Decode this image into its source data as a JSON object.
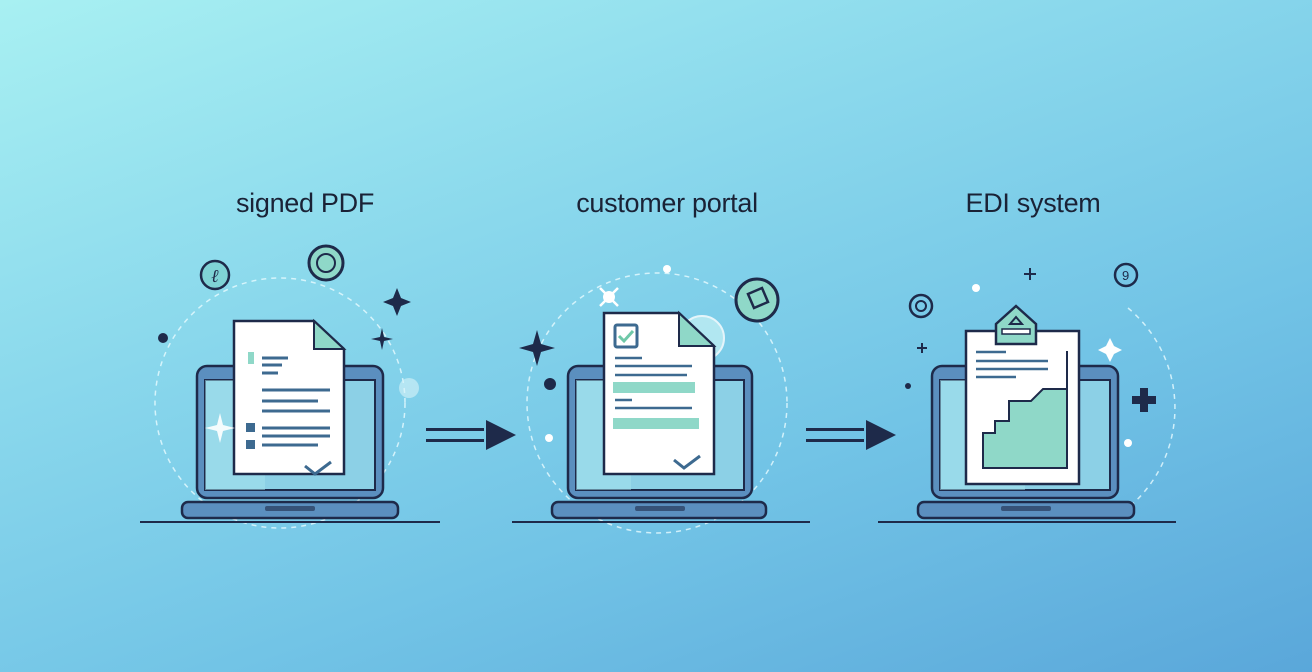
{
  "diagram": {
    "type": "process-flow",
    "stages": [
      {
        "label": "signed PDF",
        "icon": "document-checklist-icon"
      },
      {
        "label": "customer portal",
        "icon": "document-form-icon"
      },
      {
        "label": "EDI system",
        "icon": "clipboard-chart-icon"
      }
    ],
    "connectors": [
      {
        "from": "signed PDF",
        "to": "customer portal",
        "icon": "double-arrow-right-icon"
      },
      {
        "from": "customer portal",
        "to": "EDI system",
        "icon": "double-arrow-right-icon"
      }
    ]
  },
  "colors": {
    "ink": "#1e2a4a",
    "laptop_frame": "#5b8fbf",
    "screen": "#8cd0e6",
    "accent": "#8fd8c8",
    "paper": "#ffffff"
  }
}
